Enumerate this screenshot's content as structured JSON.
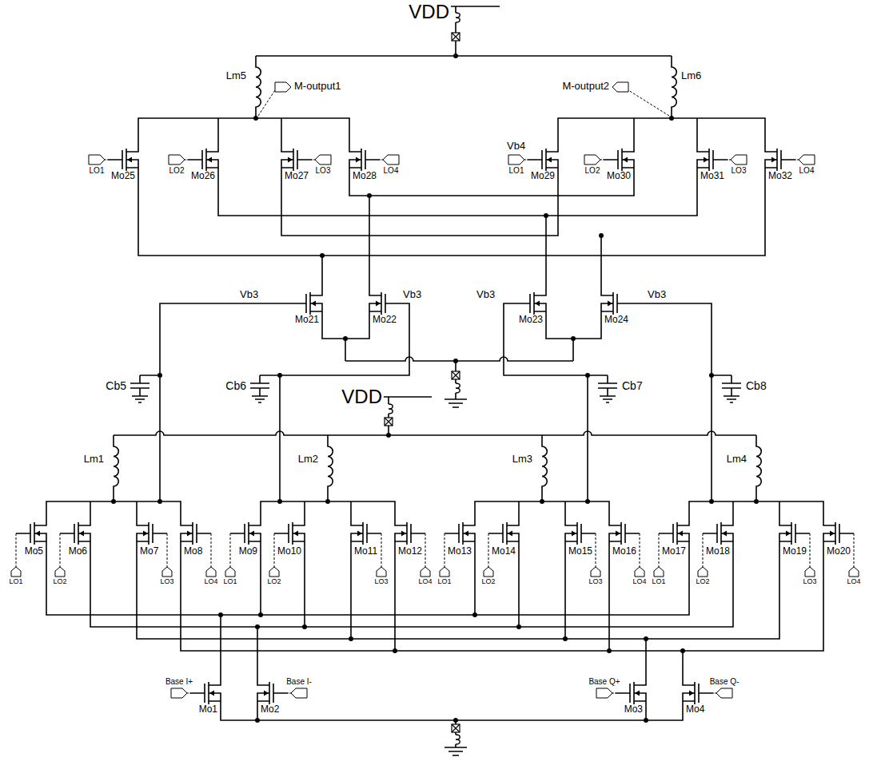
{
  "diagram": {
    "labels": [
      "VDD",
      "Lm5",
      "M-output1",
      "Lm6",
      "M-output2",
      "Vb4",
      "LO1",
      "Mo25",
      "LO2",
      "Mo26",
      "LO3",
      "Mo27",
      "LO4",
      "Mo28",
      "LO1",
      "Mo29",
      "LO2",
      "Mo30",
      "LO3",
      "Mo31",
      "LO4",
      "Mo32",
      "Vb3",
      "Mo21",
      "Mo22",
      "Vb3",
      "Vb3",
      "Mo23",
      "Mo24",
      "Vb3",
      "Cb5",
      "Cb6",
      "Cb7",
      "Cb8",
      "VDD",
      "Lm1",
      "Lm2",
      "Lm3",
      "Lm4",
      "Mo5",
      "LO1",
      "Mo6",
      "LO2",
      "Mo7",
      "LO3",
      "Mo8",
      "LO4",
      "Mo9",
      "LO1",
      "Mo10",
      "LO2",
      "Mo11",
      "LO3",
      "Mo12",
      "LO4",
      "Mo13",
      "LO1",
      "Mo14",
      "LO2",
      "Mo15",
      "LO3",
      "Mo16",
      "LO4",
      "Mo17",
      "LO1",
      "Mo18",
      "LO2",
      "Mo19",
      "LO3",
      "Mo20",
      "LO4",
      "Base I+",
      "Mo1",
      "Base I-",
      "Mo2",
      "Base Q+",
      "Mo3",
      "Base Q-",
      "Mo4"
    ]
  }
}
